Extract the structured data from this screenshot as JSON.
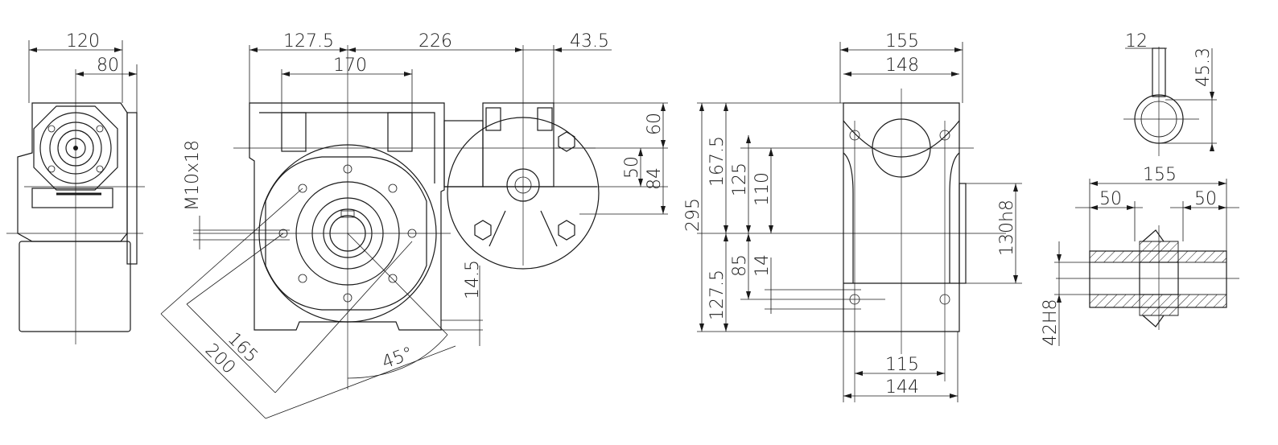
{
  "drawing": {
    "side_view": {
      "width_overall": "120",
      "shaft_offset": "80"
    },
    "front_view": {
      "left_to_center": "127.5",
      "center_to_motor": "226",
      "motor_tail": "43.5",
      "flange_bolt_span": "170",
      "tap_thread": "M10x18",
      "bolt_circle_1": "165",
      "bolt_circle_2": "200",
      "bolt_angle": "45°",
      "base_thickness": "14.5",
      "motor_top": "60",
      "motor_mid": "50",
      "motor_height": "84"
    },
    "rear_view": {
      "width_overall": "155",
      "width_inner": "148",
      "height_overall": "295",
      "upper_height": "167.5",
      "upper_holes": "125",
      "upper_holes_inner": "110",
      "lower_height": "127.5",
      "lower_holes": "85",
      "lower_holes_inner": "14",
      "pilot_diameter": "130h8",
      "base_holes_inner": "115",
      "base_holes_outer": "144"
    },
    "shaft_detail": {
      "key_width": "12",
      "key_height": "45.3",
      "hub_length": "155",
      "left_step": "50",
      "right_step": "50",
      "bore_diameter": "42H8"
    }
  }
}
